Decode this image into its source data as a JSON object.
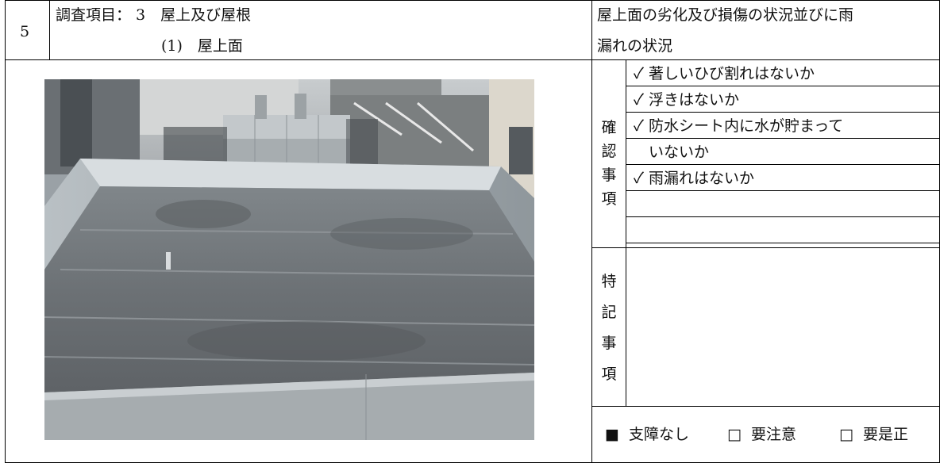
{
  "header": {
    "number": "5",
    "line1": "調査項目： 3　屋上及び屋根",
    "line2": "(1)　屋上面",
    "description_line1": "屋上面の劣化及び損傷の状況並びに雨",
    "description_line2": "漏れの状況"
  },
  "photo": {
    "subject": "rooftop-photo"
  },
  "checks": {
    "label_chars": [
      "確",
      "認",
      "事",
      "項"
    ],
    "items": [
      "✓ 著しいひび割れはないか",
      "✓ 浮きはないか",
      "✓ 防水シート内に水が貯まって",
      "　いないか",
      "✓ 雨漏れはないか",
      "",
      ""
    ]
  },
  "notes": {
    "label_chars": [
      "特",
      "記",
      "事",
      "項"
    ],
    "text": ""
  },
  "judgement": {
    "ok_box": "■",
    "ok_label": "支障なし",
    "caution_box": "□",
    "caution_label": "要注意",
    "fix_box": "□",
    "fix_label": "要是正"
  }
}
